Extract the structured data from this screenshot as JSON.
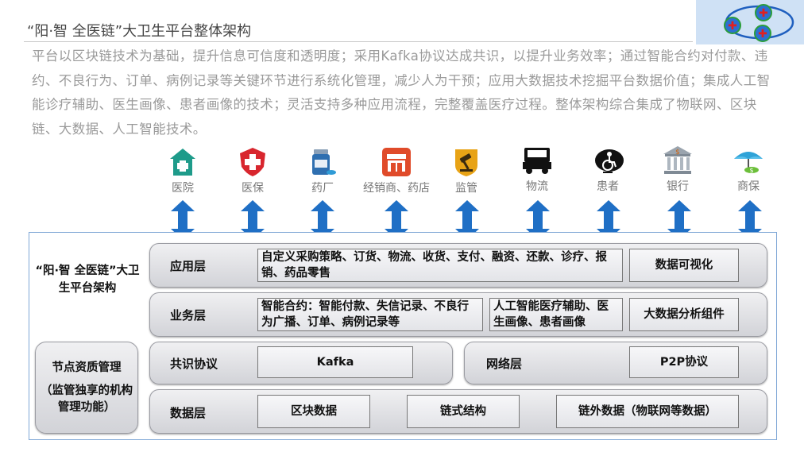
{
  "header": {
    "title": "“阳·智 全医链”大卫生平台整体架构"
  },
  "intro_text": "平台以区块链技术为基础，提升信息可信度和透明度；采用Kafka协议达成共识，以提升业务效率；通过智能合约对付款、违约、不良行为、订单、病例记录等关键环节进行系统化管理，减少人为干预；应用大数据技术挖掘平台数据价值；集成人工智能诊疗辅助、医生画像、患者画像的技术；灵活支持多种应用流程，完整覆盖医疗过程。整体架构综合集成了物联网、区块链、大数据、人工智能技术。",
  "stakeholders": [
    {
      "label": "医院",
      "icon": "hospital-icon"
    },
    {
      "label": "医保",
      "icon": "medical-insurance-icon"
    },
    {
      "label": "药厂",
      "icon": "pharmaceutical-factory-icon"
    },
    {
      "label": "经销商、药店",
      "icon": "pharmacy-store-icon"
    },
    {
      "label": "监管",
      "icon": "regulator-gavel-icon"
    },
    {
      "label": "物流",
      "icon": "truck-icon"
    },
    {
      "label": "患者",
      "icon": "patient-wheelchair-icon"
    },
    {
      "label": "银行",
      "icon": "bank-icon"
    },
    {
      "label": "商保",
      "icon": "commercial-insurance-icon"
    }
  ],
  "architecture": {
    "label": "“阳·智 全医链”大卫生平台架构",
    "layers": {
      "application": {
        "name": "应用层",
        "procurement": "自定义采购策略、订货、物流、收货、支付、融资、还款、诊疗、报销、药品零售",
        "visualization": "数据可视化"
      },
      "business": {
        "name": "业务层",
        "smart_contract": "智能合约：智能付款、失信记录、不良行为广播、订单、病例记录等",
        "ai": "人工智能医疗辅助、医生画像、患者画像",
        "bigdata": "大数据分析组件"
      },
      "consensus": {
        "name": "共识协议",
        "protocol": "Kafka"
      },
      "network": {
        "name": "网络层",
        "protocol": "P2P协议"
      },
      "data": {
        "name": "数据层",
        "blockchain_data": "区块数据",
        "chain_structure": "链式结构",
        "offchain_data": "链外数据（物联网等数据）"
      }
    },
    "node_management": {
      "title": "节点资质管理",
      "subtitle": "（监管独享的机构管理功能）"
    }
  },
  "colors": {
    "arrow_blue": "#1f6fc5",
    "frame_blue": "#7fa7d6",
    "hospital_teal": "#1e9b8a",
    "insurance_red": "#d8262e",
    "store_red": "#e04b2a",
    "gavel_gold": "#e8a316"
  }
}
